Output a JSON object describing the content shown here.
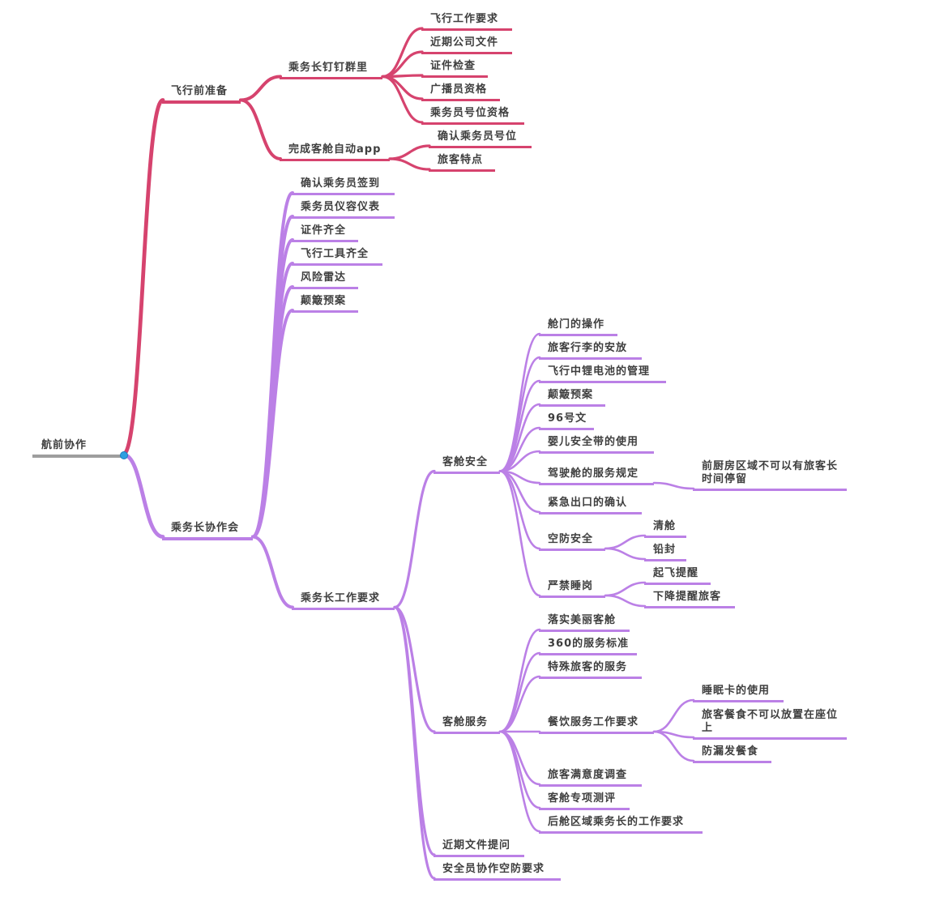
{
  "canvas": {
    "background": "#ffffff"
  },
  "palette": {
    "root_line": "#9e9e9e",
    "branch1": "#d6436e",
    "branch2": "#bb80e6",
    "handle_dot": "#2e9fe0",
    "text": "#3e3e3e"
  },
  "mindmap": {
    "root": {
      "label": "航前协作",
      "children": [
        {
          "label": "飞行前准备",
          "children": [
            {
              "label": "乘务长钉钉群里",
              "children": [
                {
                  "label": "飞行工作要求"
                },
                {
                  "label": "近期公司文件"
                },
                {
                  "label": "证件检查"
                },
                {
                  "label": "广播员资格"
                },
                {
                  "label": "乘务员号位资格"
                }
              ]
            },
            {
              "label": "完成客舱自动app",
              "children": [
                {
                  "label": "确认乘务员号位"
                },
                {
                  "label": "旅客特点"
                }
              ]
            }
          ]
        },
        {
          "label": "乘务长协作会",
          "children": [
            {
              "label": "确认乘务员签到"
            },
            {
              "label": "乘务员仪容仪表"
            },
            {
              "label": "证件齐全"
            },
            {
              "label": "飞行工具齐全"
            },
            {
              "label": "风险雷达"
            },
            {
              "label": "颠簸预案"
            },
            {
              "label": "乘务长工作要求",
              "children": [
                {
                  "label": "客舱安全",
                  "children": [
                    {
                      "label": "舱门的操作"
                    },
                    {
                      "label": "旅客行李的安放"
                    },
                    {
                      "label": "飞行中锂电池的管理"
                    },
                    {
                      "label": "颠簸预案"
                    },
                    {
                      "label": "96号文"
                    },
                    {
                      "label": "婴儿安全带的使用"
                    },
                    {
                      "label": "驾驶舱的服务规定",
                      "children": [
                        {
                          "label": "前厨房区域不可以有旅客长时间停留"
                        }
                      ]
                    },
                    {
                      "label": "紧急出口的确认"
                    },
                    {
                      "label": "空防安全",
                      "children": [
                        {
                          "label": "清舱"
                        },
                        {
                          "label": "铅封"
                        }
                      ]
                    },
                    {
                      "label": "严禁睡岗",
                      "children": [
                        {
                          "label": "起飞提醒"
                        },
                        {
                          "label": "下降提醒旅客"
                        }
                      ]
                    }
                  ]
                },
                {
                  "label": "客舱服务",
                  "children": [
                    {
                      "label": "落实美丽客舱"
                    },
                    {
                      "label": "360的服务标准"
                    },
                    {
                      "label": "特殊旅客的服务"
                    },
                    {
                      "label": "餐饮服务工作要求",
                      "children": [
                        {
                          "label": "睡眠卡的使用"
                        },
                        {
                          "label": "旅客餐食不可以放置在座位上"
                        },
                        {
                          "label": "防漏发餐食"
                        }
                      ]
                    },
                    {
                      "label": "旅客满意度调查"
                    },
                    {
                      "label": "客舱专项测评"
                    },
                    {
                      "label": "后舱区域乘务长的工作要求"
                    }
                  ]
                },
                {
                  "label": "近期文件提问"
                },
                {
                  "label": "安全员协作空防要求"
                }
              ]
            }
          ]
        }
      ]
    }
  }
}
